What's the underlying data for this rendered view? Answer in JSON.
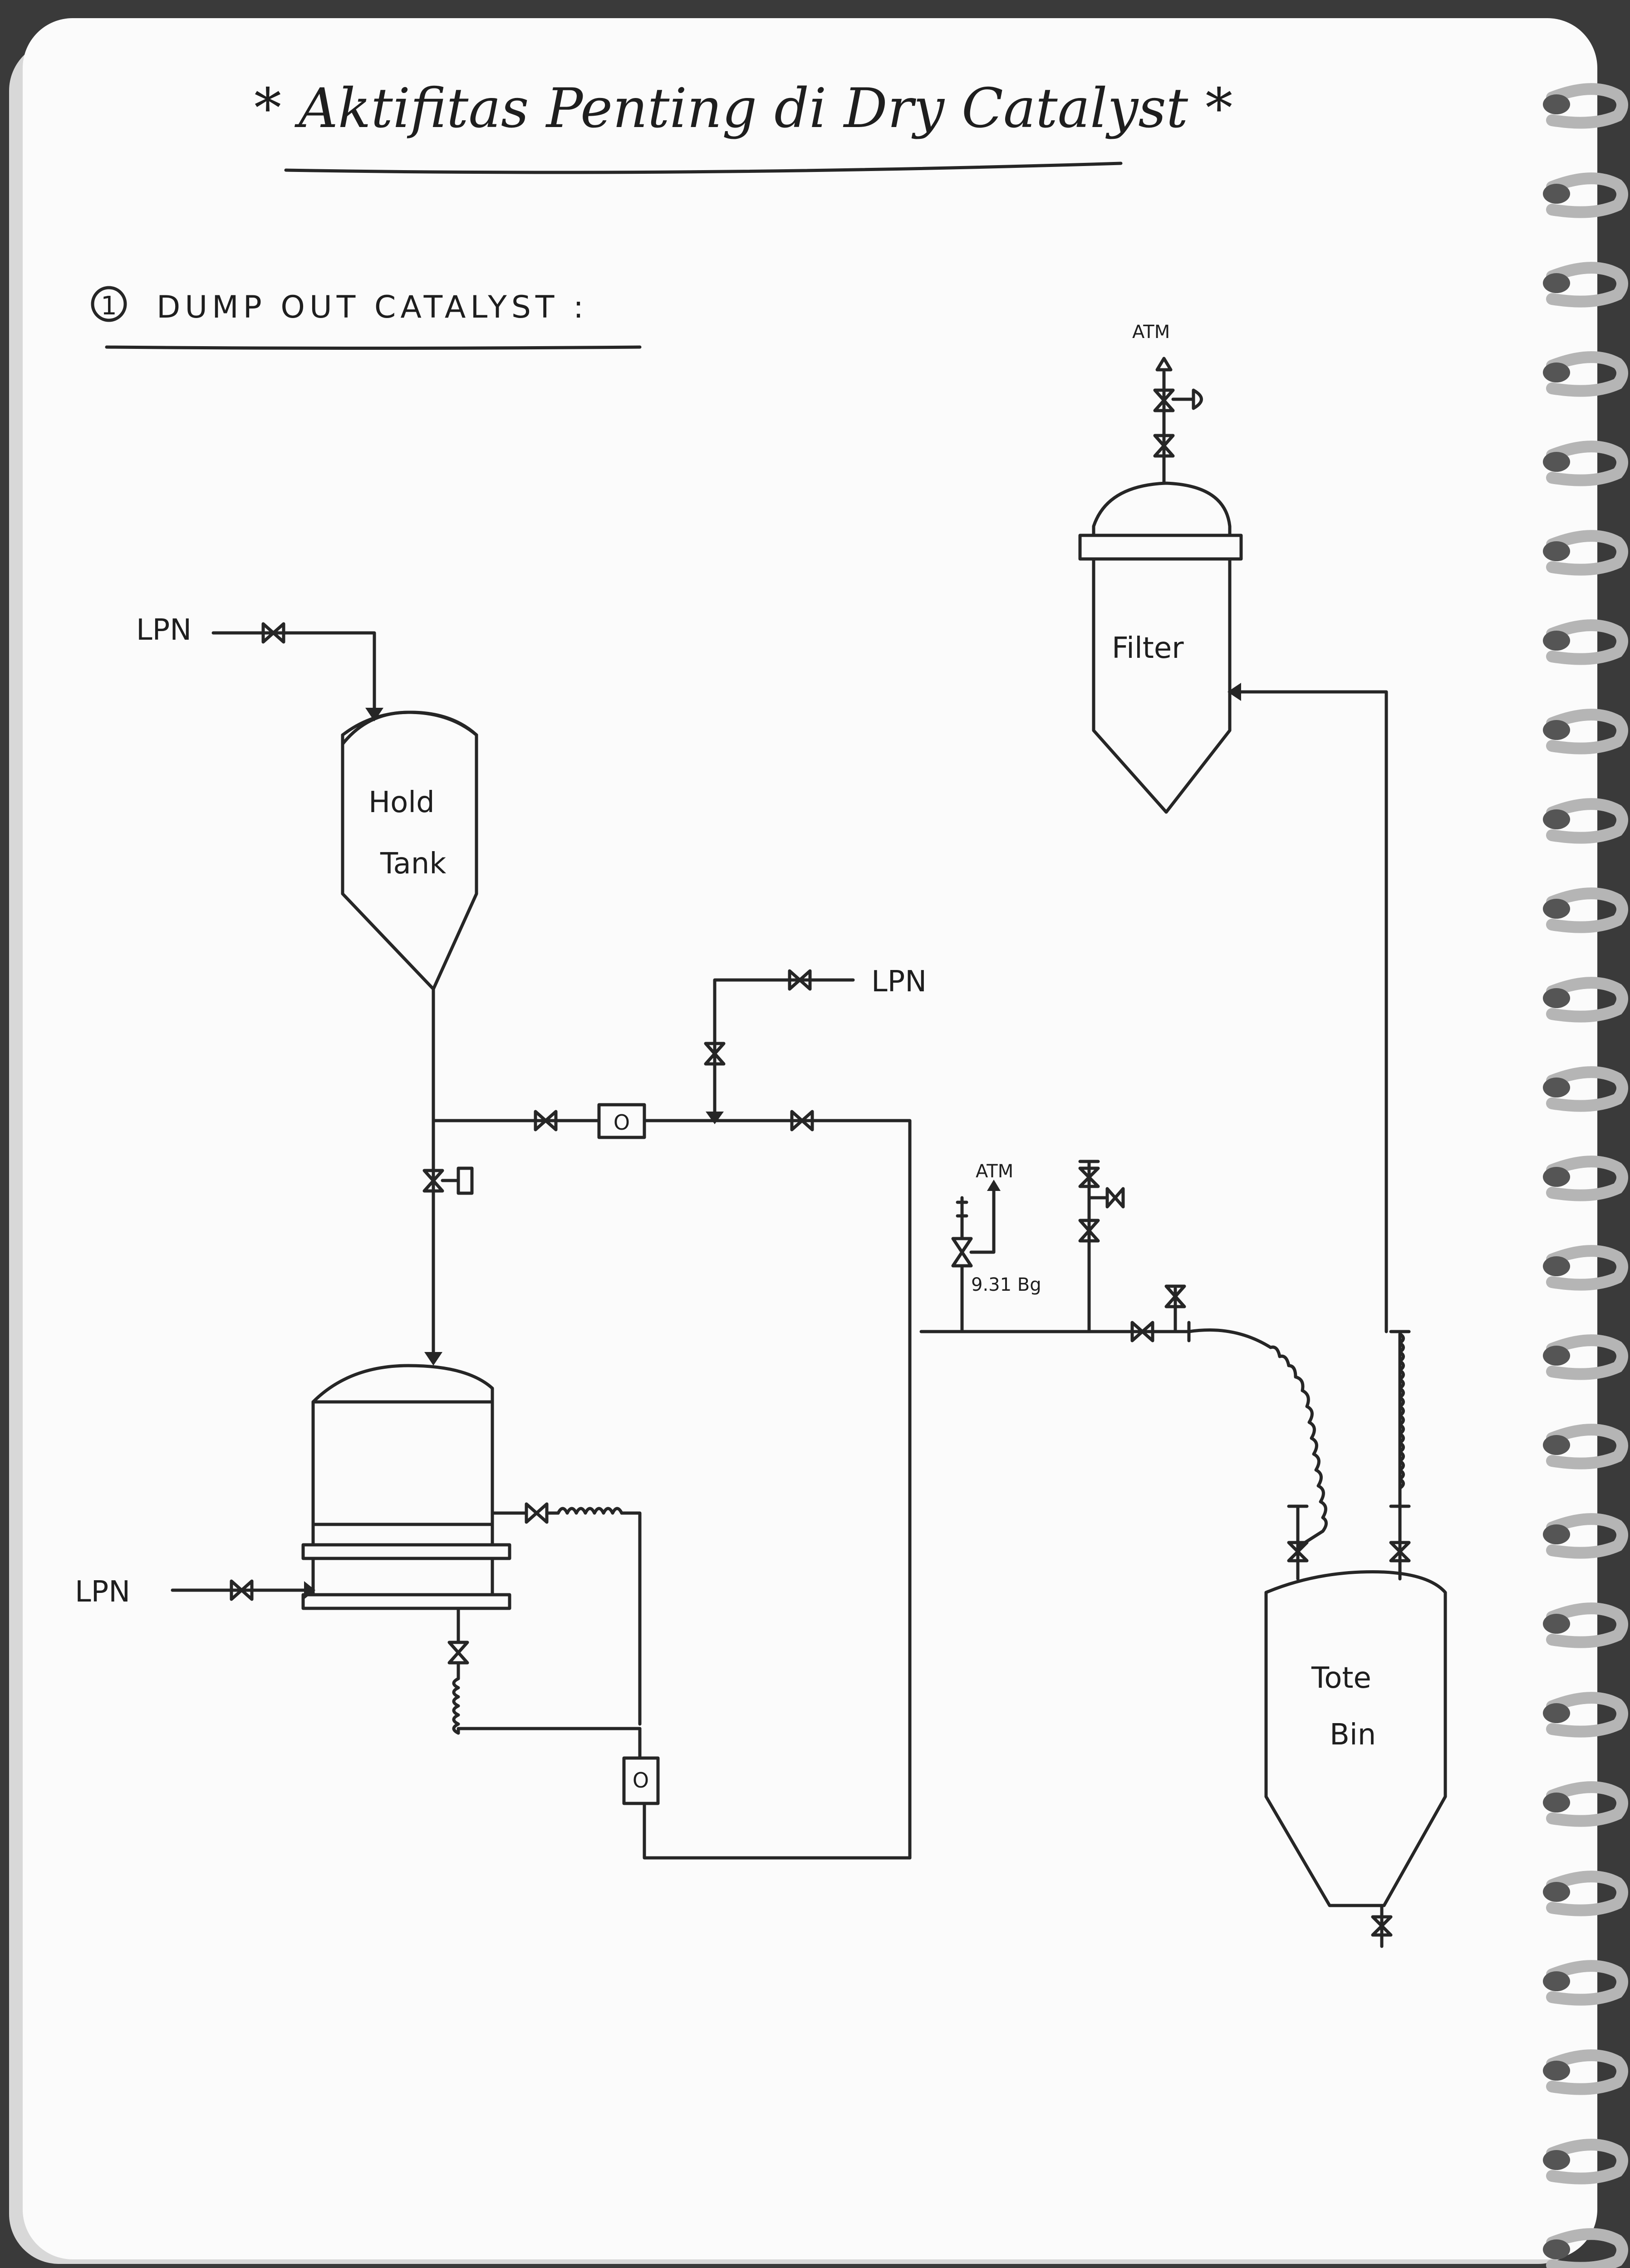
{
  "title": "* Aktifitas Penting di Dry Catalyst *",
  "section": {
    "number": "1",
    "heading": "DUMP OUT CATALYST :"
  },
  "labels": {
    "lpn_top": "LPN",
    "lpn_mid": "LPN",
    "lpn_left": "LPN",
    "atm_filter": "ATM",
    "atm_small": "ATM",
    "pressure": "9.31 Bg",
    "hold_tank_1": "Hold",
    "hold_tank_2": "Tank",
    "filter": "Filter",
    "tote_bin_1": "Tote",
    "tote_bin_2": "Bin",
    "meter_1": "O",
    "meter_2": "O"
  },
  "colors": {
    "paper": "#fbfbfb",
    "ink": "#262626",
    "binding": "#bfbfbf"
  }
}
